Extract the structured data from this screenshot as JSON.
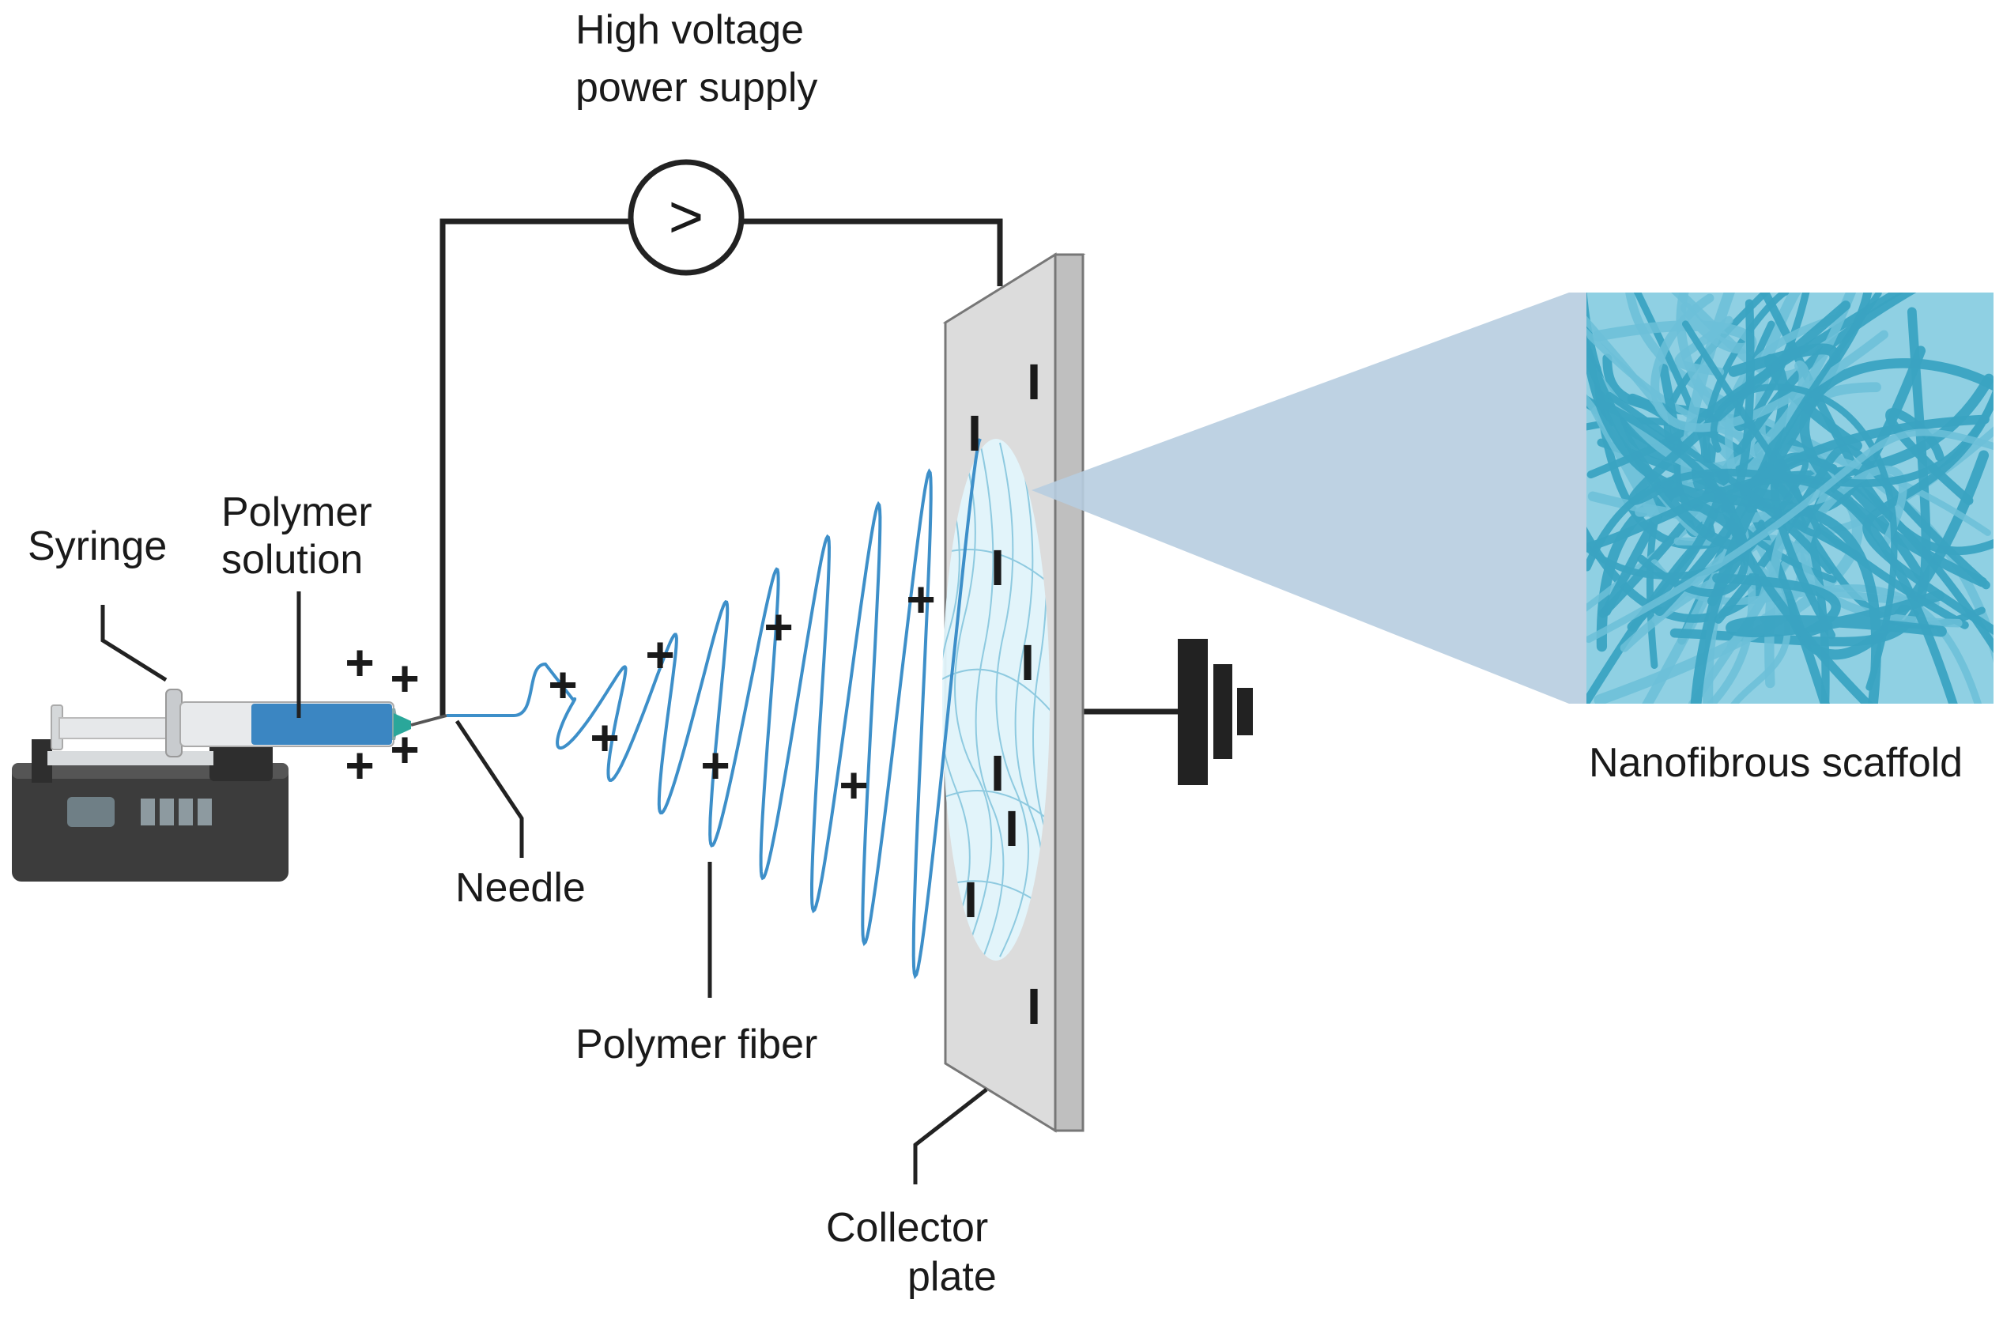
{
  "labels": {
    "power_supply_line1": "High voltage",
    "power_supply_line2": "power supply",
    "syringe": "Syringe",
    "polymer_solution_line1": "Polymer",
    "polymer_solution_line2": "solution",
    "needle": "Needle",
    "polymer_fiber": "Polymer fiber",
    "collector_plate_line1": "Collector",
    "collector_plate_line2": "plate",
    "scaffold": "Nanofibrous scaffold"
  },
  "symbols": {
    "voltmeter": ">",
    "positive": "+",
    "negative": "I"
  },
  "colors": {
    "fiber": "#3d8fc9",
    "solution": "#3b86c2",
    "wire": "#222222",
    "plate": "#d9d9d9",
    "cone": "#b7cde0",
    "scaffold_bg": "#8fd0e3",
    "scaffold_fiber": "#3aa3c2"
  }
}
